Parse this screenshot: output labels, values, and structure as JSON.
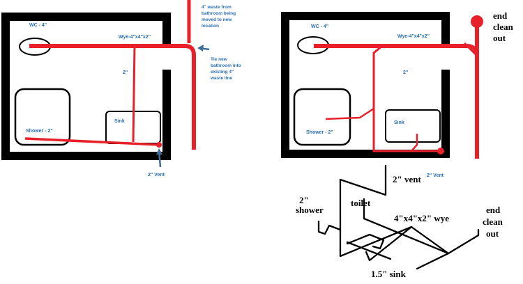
{
  "left_plan": {
    "wc_label": "WC - 4\"",
    "wye_label": "Wye-4\"x4\"x2\"",
    "two_inch_label": "2\"",
    "sink_label": "Sink",
    "shower_label": "Shower - 2\"",
    "vent_label": "2\" Vent",
    "waste_note": [
      "4\" waste from",
      "bathroom being",
      "moved to new",
      "location"
    ],
    "tie_note": [
      "Tie new",
      "bathroom into",
      "existing 4\"",
      "waste line"
    ]
  },
  "right_plan": {
    "wc_label": "WC - 4\"",
    "wye_label": "Wye-4\"x4\"x2\"",
    "two_inch_label": "2\"",
    "sink_label": "Sink",
    "shower_label": "Shower - 2\"",
    "vent_label": "2\" Vent",
    "cleanout_note": [
      "end",
      "clean",
      "out"
    ]
  },
  "isometric": {
    "vent_label": "2\" vent",
    "shower_label": [
      "2\"",
      "shower"
    ],
    "toilet_label": "toilet",
    "wye_label": "4\"x4\"x2\" wye",
    "cleanout_label": [
      "end",
      "clean",
      "out"
    ],
    "sink_label": "1.5\" sink"
  },
  "colors": {
    "pipe": "#e8202a",
    "wall": "#000000",
    "annotation": "#2a6fb5",
    "arrow": "#3f6f99"
  }
}
